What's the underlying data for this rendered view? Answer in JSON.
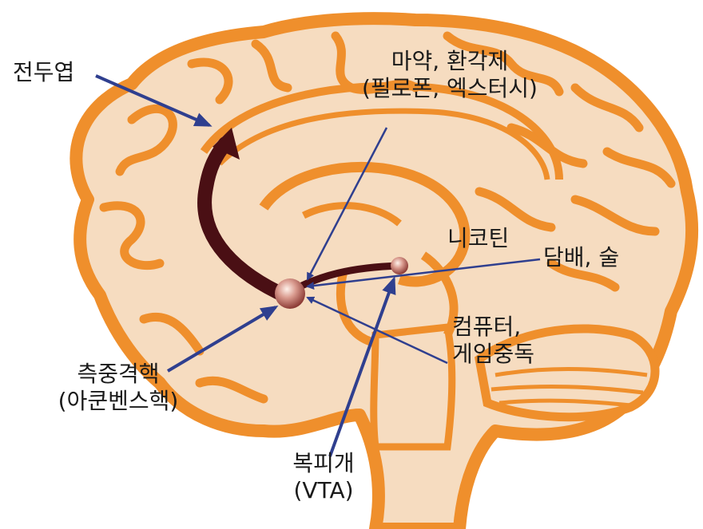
{
  "labels": {
    "frontal": "전두엽",
    "drugs_line1": "마약, 환각제",
    "drugs_line2": "(필로폰, 엑스터시)",
    "nicotine": "니코틴",
    "tobacco": "담배, 술",
    "computer_line1": "컴퓨터,",
    "computer_line2": "게임중독",
    "nacc_line1": "측중격핵",
    "nacc_line2": "(아쿤벤스핵)",
    "vta_line1": "복피개",
    "vta_line2": "(VTA)"
  },
  "colors": {
    "brain_fill": "#f6dcc0",
    "brain_outline": "#ef8f2c",
    "pathway": "#4a0f14",
    "arrow": "#2f3f8f",
    "nucleus": "#c8776e"
  }
}
